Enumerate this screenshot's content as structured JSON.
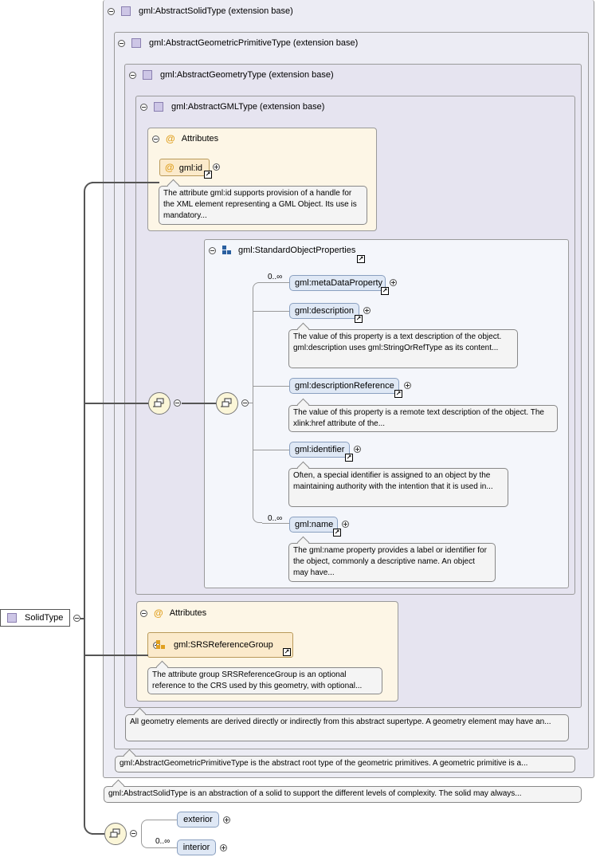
{
  "root": {
    "label": "SolidType"
  },
  "types": {
    "solid": "gml:AbstractSolidType (extension base)",
    "primitive": "gml:AbstractGeometricPrimitiveType (extension base)",
    "geometry": "gml:AbstractGeometryType (extension base)",
    "gml": "gml:AbstractGMLType (extension base)"
  },
  "attributes_label": "Attributes",
  "gml_id": {
    "name": "gml:id",
    "doc": "The attribute gml:id supports provision of a handle for the XML element representing a GML Object. Its use is mandatory..."
  },
  "std_props": {
    "label": "gml:StandardObjectProperties",
    "items": [
      {
        "name": "gml:metaDataProperty",
        "card": "0..∞",
        "doc": ""
      },
      {
        "name": "gml:description",
        "card": "",
        "doc": "The value of this property is a text description of the object. gml:description uses gml:StringOrRefType as its content..."
      },
      {
        "name": "gml:descriptionReference",
        "card": "",
        "doc": "The value of this property is a remote text description of the object. The xlink:href attribute of the..."
      },
      {
        "name": "gml:identifier",
        "card": "",
        "doc": "Often, a special identifier is assigned to an object by the maintaining authority with the intention that it is used in..."
      },
      {
        "name": "gml:name",
        "card": "0..∞",
        "doc": "The gml:name property provides a label or identifier for the object, commonly a descriptive name. An object may have..."
      }
    ]
  },
  "srs": {
    "name": "gml:SRSReferenceGroup",
    "doc": "The attribute group SRSReferenceGroup is an optional reference to the CRS used by this geometry, with optional..."
  },
  "docs": {
    "geometry": "All geometry elements are derived directly or indirectly from this abstract supertype. A geometry element may have an...",
    "primitive": "gml:AbstractGeometricPrimitiveType is the abstract root type of the geometric primitives. A geometric primitive is a...",
    "solid": "gml:AbstractSolidType is an abstraction of a solid to support the different levels of complexity. The solid may always..."
  },
  "children": [
    {
      "name": "exterior",
      "card": ""
    },
    {
      "name": "interior",
      "card": "0..∞"
    }
  ],
  "colors": {
    "type_bg": "#ececf4",
    "attr_bg": "#fdf6e6",
    "element_bg": "#dfe8f5",
    "seq_bg": "#fbf6d8"
  }
}
